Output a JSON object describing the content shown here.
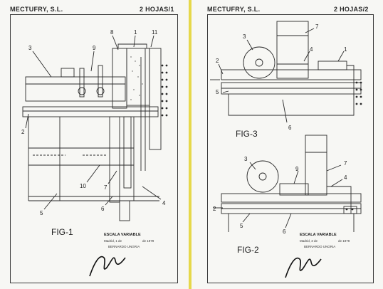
{
  "left_sheet": {
    "company": "MECTUFRY, S.L.",
    "sheet": "2 HOJAS/1",
    "figure": "FIG-1",
    "callouts": [
      "3",
      "9",
      "8",
      "1",
      "11",
      "2",
      "10",
      "7",
      "5",
      "6",
      "4"
    ],
    "stamp": {
      "scale": "ESCALA VARIABLE",
      "date_line": "Madrid, 1 de",
      "year": "de 1979",
      "agent": "BERNARDO UNGRIA"
    }
  },
  "right_sheet": {
    "company": "MECTUFRY, S.L.",
    "sheet": "2 HOJAS/2",
    "figure_top": "FIG-3",
    "callouts_top": [
      "3",
      "7",
      "4",
      "1",
      "2",
      "5",
      "6"
    ],
    "figure_bottom": "FIG-2",
    "callouts_bottom": [
      "3",
      "9",
      "7",
      "4",
      "2",
      "5",
      "6"
    ],
    "stamp": {
      "scale": "ESCALA VARIABLE",
      "date_line": "Madrid, 3 de",
      "year": "de 1979",
      "agent": "BERNARDO UNGRIA"
    }
  },
  "colors": {
    "paper": "#f7f7f4",
    "ink": "#2a2a2a",
    "fold": "#e6d84a"
  }
}
